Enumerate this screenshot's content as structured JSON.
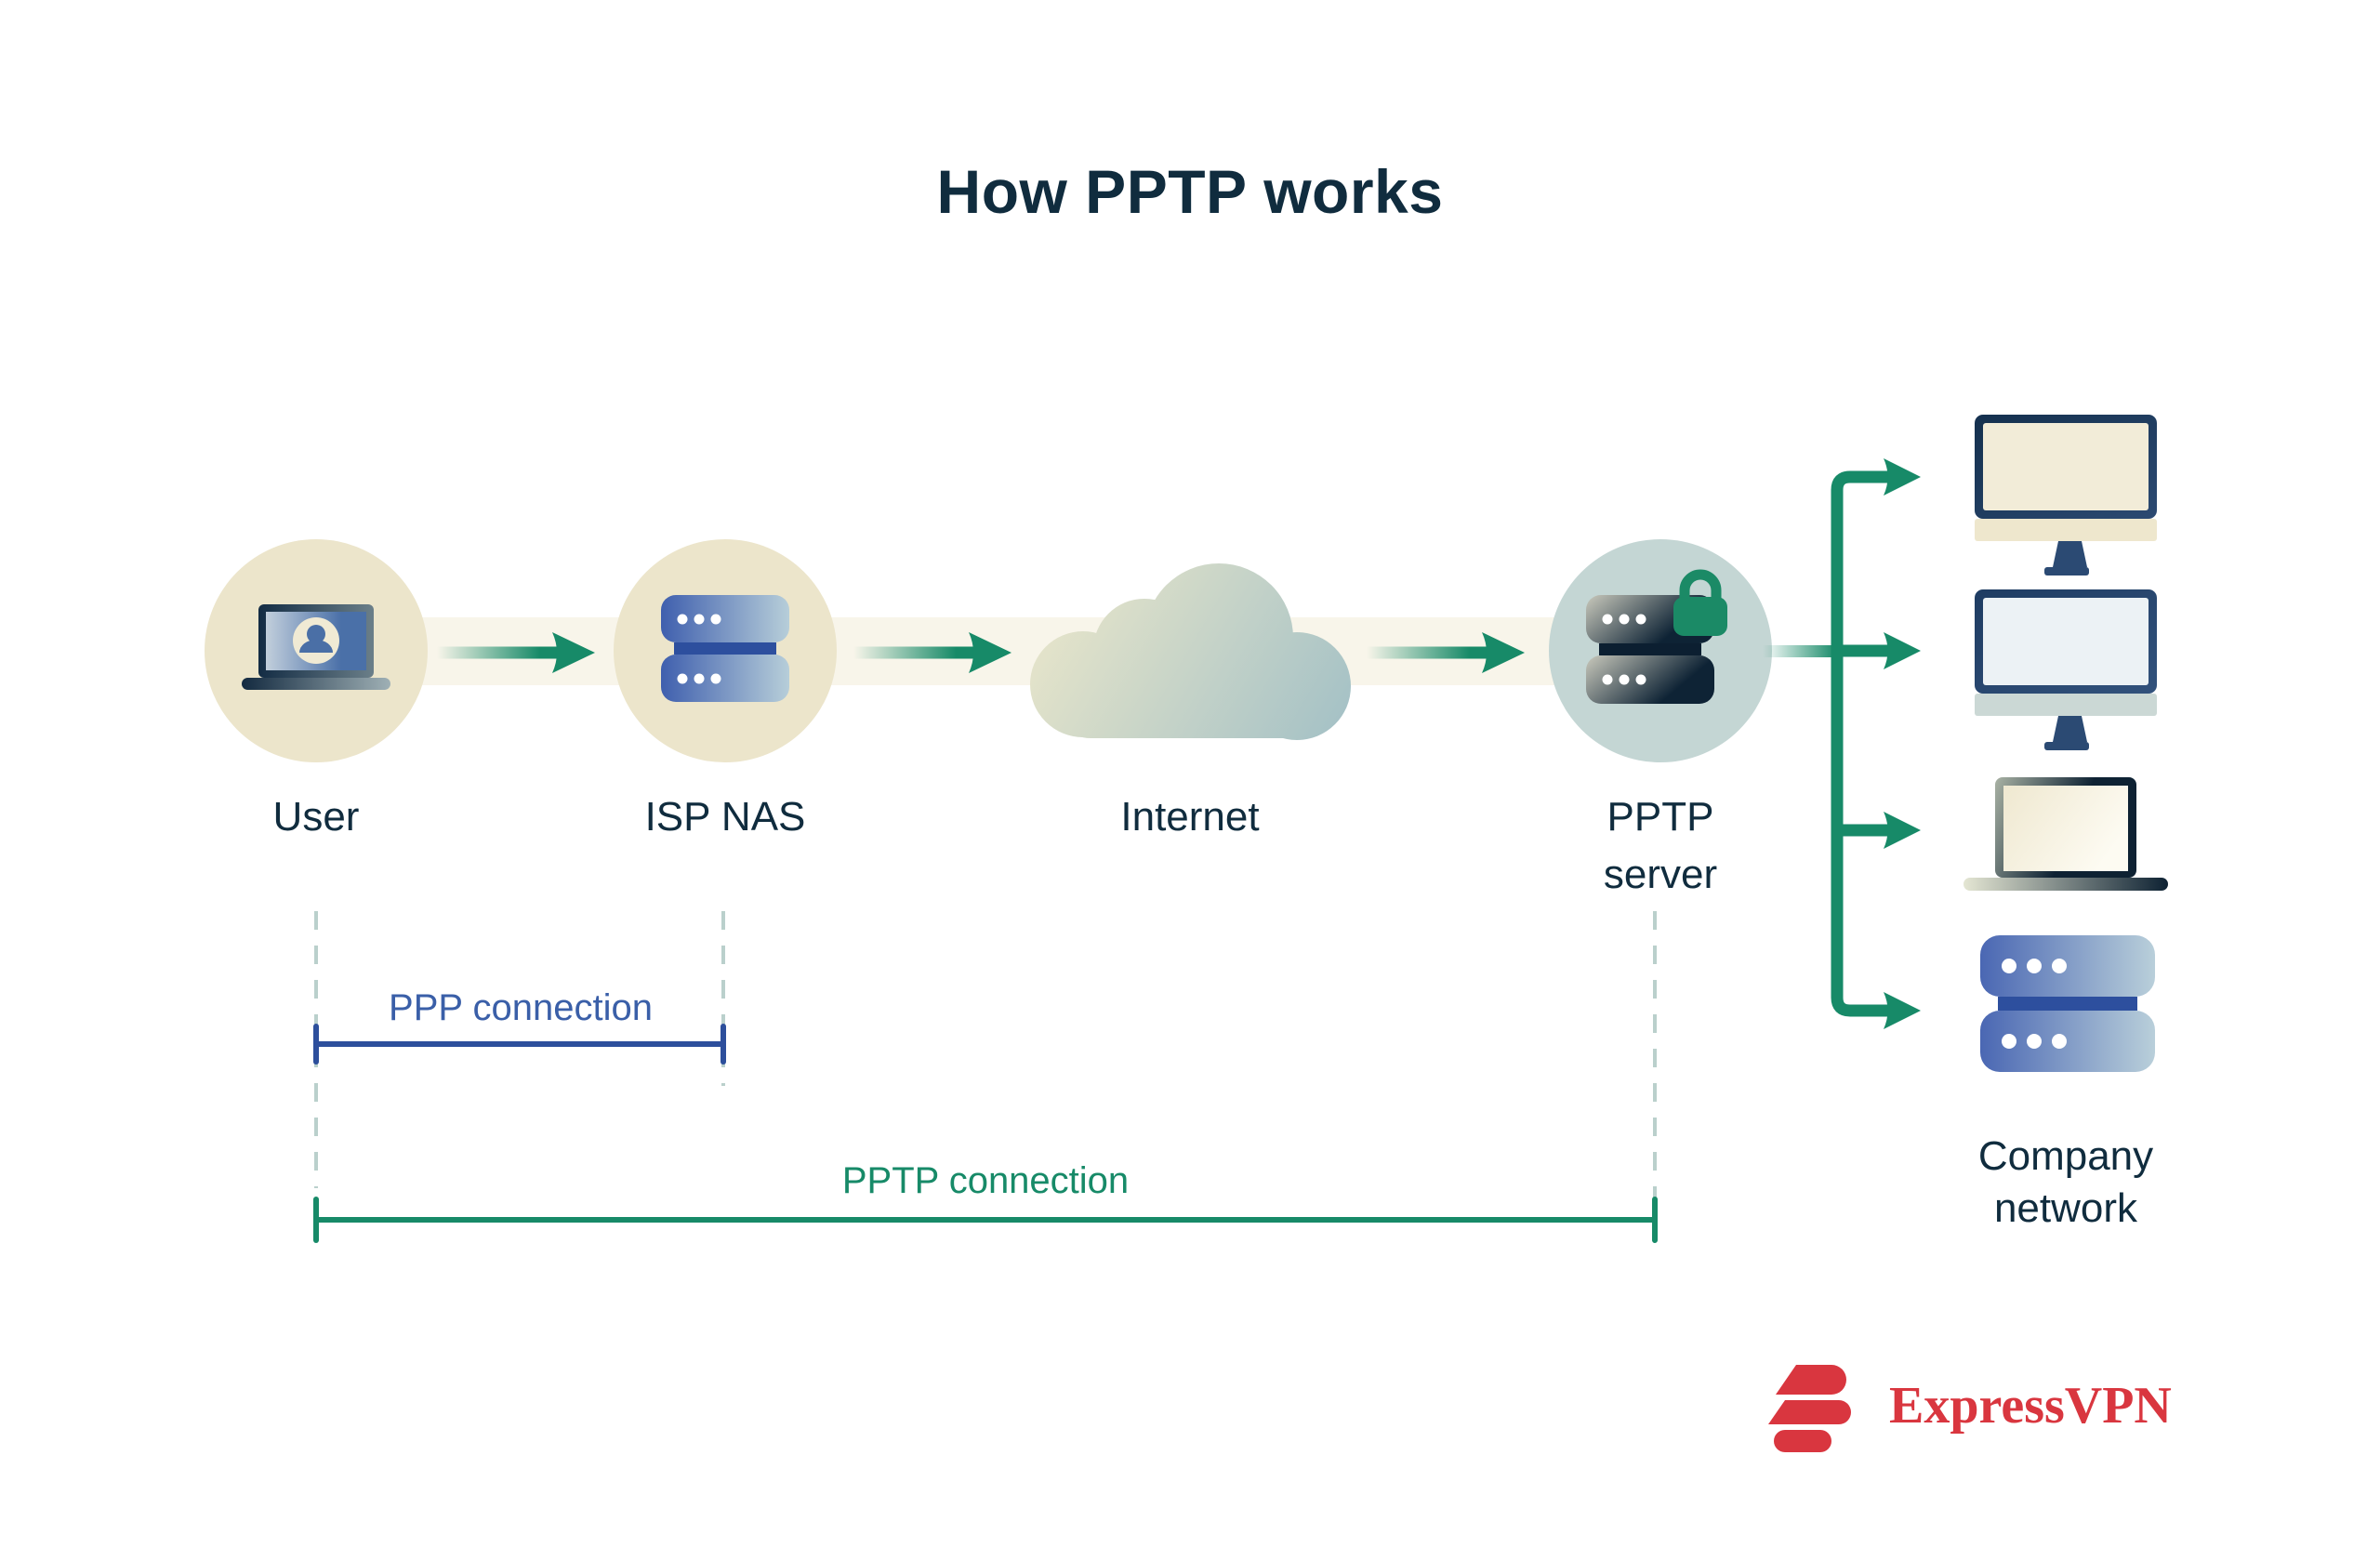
{
  "title": "How PPTP works",
  "nodes": {
    "user": {
      "label": "User",
      "icon": "laptop-user-icon"
    },
    "isp": {
      "label": "ISP NAS",
      "icon": "server-stack-icon"
    },
    "internet": {
      "label": "Internet",
      "icon": "cloud-icon"
    },
    "pptp": {
      "line1": "PPTP",
      "line2": "server",
      "icon": "secure-server-lock-icon"
    }
  },
  "company": {
    "line1": "Company",
    "line2": "network",
    "device_icons": [
      "desktop-monitor-icon",
      "desktop-monitor-icon",
      "laptop-icon",
      "server-stack-icon"
    ]
  },
  "connections": {
    "ppp": {
      "label": "PPP connection"
    },
    "pptp": {
      "label": "PPTP connection"
    }
  },
  "brand": {
    "name": "ExpressVPN",
    "icon": "expressvpn-logo-mark"
  },
  "colors": {
    "navy_text": "#102c3e",
    "teal_arrow": "#178a68",
    "blue_bracket": "#2d4f9c",
    "blue_label": "#3a5fa8",
    "beige_circle": "#ece5cb",
    "beige_band": "#f8f5ea",
    "pptp_circle": "#c4d6d4",
    "dashed_line": "#bad0cc",
    "lock_green": "#1b8a66",
    "brand_red": "#d9363f"
  }
}
